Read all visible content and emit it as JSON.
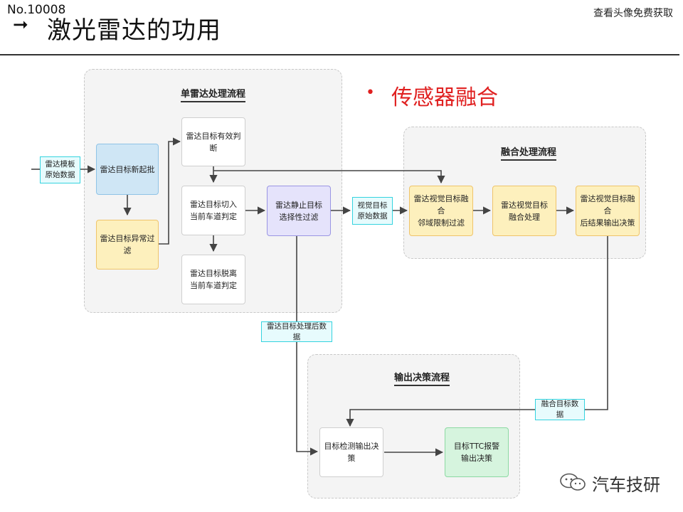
{
  "header": {
    "doc_no": "No.10008",
    "top_right": "查看头像免费获取",
    "arrow": "➞",
    "title": "激光雷达的功用"
  },
  "highlight": {
    "bullet": "•",
    "text": "传感器融合"
  },
  "groups": {
    "single_radar": "单雷达处理流程",
    "fusion": "融合处理流程",
    "output": "输出决策流程"
  },
  "nodes": {
    "radar_template_raw": "雷达模板\n原始数据",
    "radar_new_batch": "雷达目标新起批",
    "radar_abnormal_filter": "雷达目标异常过滤",
    "radar_valid_judge": "雷达目标有效判断",
    "radar_cut_in": "雷达目标切入\n当前车道判定",
    "radar_leave_lane": "雷达目标脱离\n当前车道判定",
    "radar_static_filter": "雷达静止目标\n选择性过滤",
    "vision_raw": "视觉目标\n原始数据",
    "fusion_neighbor_filter": "雷达视觉目标融合\n邻域限制过滤",
    "fusion_process": "雷达视觉目标\n融合处理",
    "fusion_output_decision": "雷达视觉目标融合\n后结果输出决策",
    "radar_processed_data": "雷达目标处理后数据",
    "fusion_target_data": "融合目标数据",
    "target_detect_output": "目标检测输出决策",
    "ttc_alarm": "目标TTC报警\n输出决策"
  },
  "watermark": {
    "icon": "wechat-icon",
    "text": "汽车技研"
  },
  "colors": {
    "accent_red": "#e02020",
    "cyan_border": "#34d3df",
    "blue_fill": "#cfe6f5",
    "yellow_fill": "#fdf0bd",
    "purple_fill": "#e5e3fb",
    "green_fill": "#d6f4de"
  }
}
